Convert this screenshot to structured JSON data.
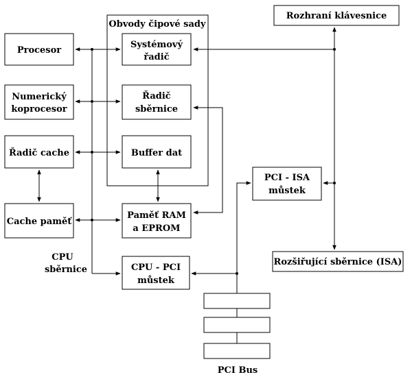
{
  "chipset": {
    "title": "Obvody čipové sady"
  },
  "blocks": {
    "procesor": "Procesor",
    "koprocesor": [
      "Numerický",
      "koprocesor"
    ],
    "radic_cache": "Řadič cache",
    "cache_pamet": "Cache paměť",
    "systemovy_radic": [
      "Systémový",
      "řadič"
    ],
    "radic_sbernice": [
      "Řadič",
      "sběrnice"
    ],
    "buffer_dat": "Buffer dat",
    "ram_eprom": [
      "Paměť RAM",
      "a EPROM"
    ],
    "cpu_pci": [
      "CPU - PCI",
      "můstek"
    ],
    "pci_isa": [
      "PCI - ISA",
      "můstek"
    ],
    "klavesnice": "Rozhraní klávesnice",
    "isa": "Rozšiřující sběrnice (ISA)"
  },
  "labels": {
    "cpu_bus": [
      "CPU",
      "sběrnice"
    ],
    "pci_bus": "PCI Bus"
  }
}
